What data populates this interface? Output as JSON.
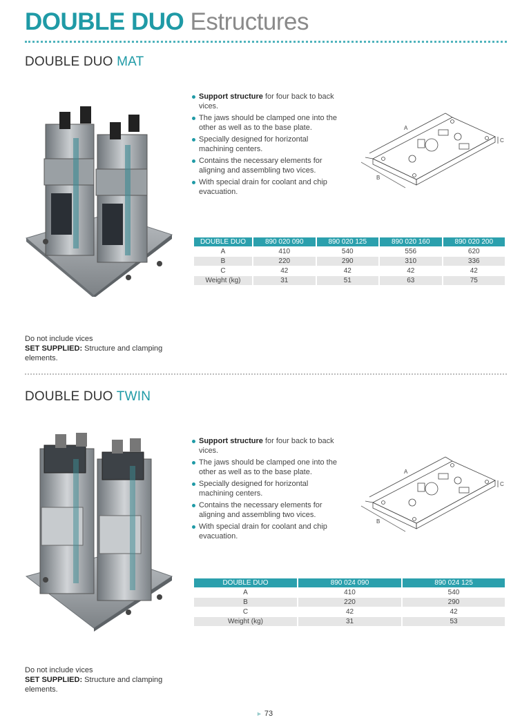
{
  "header": {
    "title_main": "DOUBLE DUO",
    "title_sub": "Estructures"
  },
  "sections": [
    {
      "title_a": "DOUBLE DUO",
      "title_b": "MAT",
      "bullets": [
        {
          "bold": "Support structure",
          "text": " for four back to back vices."
        },
        {
          "bold": "",
          "text": "The jaws should be clamped one into the other as well as to the base plate."
        },
        {
          "bold": "",
          "text": "Specially designed for horizontal machining centers."
        },
        {
          "bold": "",
          "text": "Contains the necessary elements for aligning and assembling two vices."
        },
        {
          "bold": "",
          "text": "With special drain for coolant and chip evacuation."
        }
      ],
      "diagram_labels": {
        "a": "A",
        "b": "B",
        "c": "C"
      },
      "table": {
        "headers": [
          "DOUBLE DUO",
          "890 020 090",
          "890 020 125",
          "890 020 160",
          "890 020 200"
        ],
        "rows": [
          [
            "A",
            "410",
            "540",
            "556",
            "620"
          ],
          [
            "B",
            "220",
            "290",
            "310",
            "336"
          ],
          [
            "C",
            "42",
            "42",
            "42",
            "42"
          ],
          [
            "Weight (kg)",
            "31",
            "51",
            "63",
            "75"
          ]
        ]
      },
      "note_line1": "Do not include vices",
      "note_bold": "SET SUPPLIED:",
      "note_rest": " Structure and clamping elements."
    },
    {
      "title_a": "DOUBLE DUO",
      "title_b": "TWIN",
      "bullets": [
        {
          "bold": "Support structure",
          "text": " for four back to back vices."
        },
        {
          "bold": "",
          "text": "The jaws should be clamped one into the other as well as to the base plate."
        },
        {
          "bold": "",
          "text": "Specially designed for horizontal machining centers."
        },
        {
          "bold": "",
          "text": "Contains the necessary elements for aligning and assembling two vices."
        },
        {
          "bold": "",
          "text": "With special drain for coolant and chip evacuation."
        }
      ],
      "diagram_labels": {
        "a": "A",
        "b": "B",
        "c": "C"
      },
      "table": {
        "headers": [
          "DOUBLE DUO",
          "890 024 090",
          "890 024 125"
        ],
        "rows": [
          [
            "A",
            "410",
            "540"
          ],
          [
            "B",
            "220",
            "290"
          ],
          [
            "C",
            "42",
            "42"
          ],
          [
            "Weight (kg)",
            "31",
            "53"
          ]
        ]
      },
      "note_line1": "Do not include vices",
      "note_bold": "SET SUPPLIED:",
      "note_rest": " Structure and clamping elements."
    }
  ],
  "footer": {
    "page_number": "73",
    "arrow": "►"
  },
  "colors": {
    "accent": "#1f9aa6",
    "table_header": "#2ba0ad",
    "title_grey": "#8a8a8a"
  }
}
